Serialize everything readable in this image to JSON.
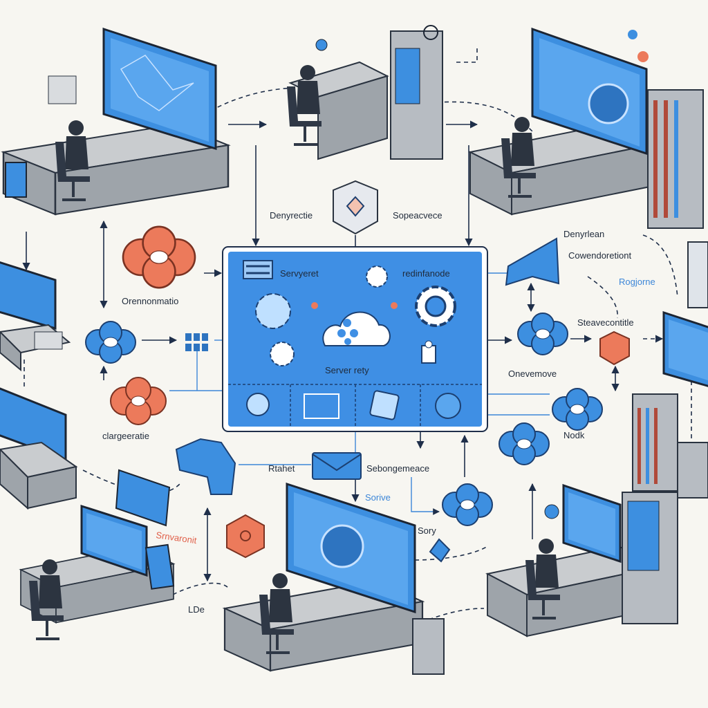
{
  "colors": {
    "background": "#f7f6f1",
    "accent_blue": "#3d8fe0",
    "accent_orange": "#ec7a5b",
    "line": "#1f2f4a"
  },
  "central_panel": {
    "label_top_left": "Servyeret",
    "label_top_right": "redinfanode",
    "label_center": "Server rety",
    "icons": [
      "list-icon",
      "gear-icon",
      "cloud-icon",
      "gear-icon",
      "gear-icon",
      "robot-icon",
      "webcam-icon",
      "circuit-icon",
      "puzzle-icon",
      "badge-icon"
    ]
  },
  "labels": {
    "top_left": "Denyrectie",
    "top_right": "Sopeacvece",
    "left_upper": "Orennonmatio",
    "left_lower": "clargeeratie",
    "bottom_mail_left": "Rtahet",
    "bottom_mail_right": "Sebongemeace",
    "bottom_serve": "Sorive",
    "bottom_sory": "Sory",
    "bottom_left_red": "Srnvaronit",
    "bottom_lde": "LDe",
    "right_1": "Denyrlean",
    "right_2": "Cowendoretiont",
    "right_blue": "Rogjorne",
    "right_3": "Steavecontitle",
    "right_4": "Onevemove",
    "right_5": "Nodk"
  }
}
